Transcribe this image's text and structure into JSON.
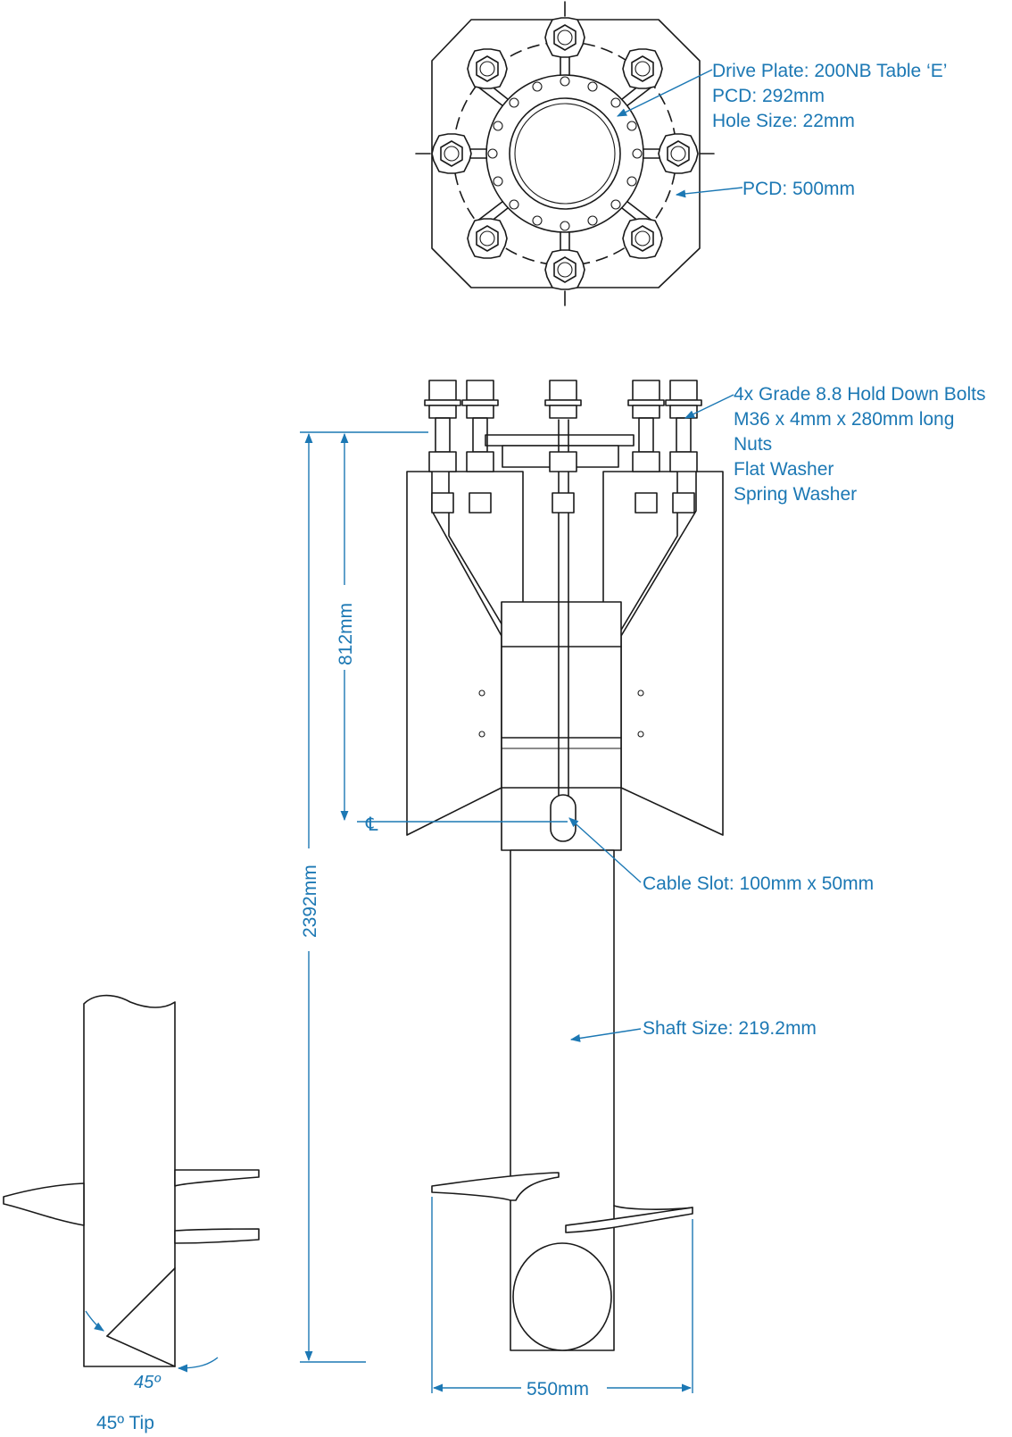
{
  "plan_view": {
    "drive_plate_lines": [
      "Drive Plate: 200NB Table ‘E’",
      "PCD: 292mm",
      "Hole Size: 22mm"
    ],
    "outer_pcd": "PCD: 500mm"
  },
  "elevation": {
    "bolts_lines": [
      "4x Grade 8.8 Hold Down Bolts",
      "M36 x 4mm x 280mm long",
      "Nuts",
      "Flat Washer",
      "Spring Washer"
    ],
    "cable_slot": "Cable Slot: 100mm x 50mm",
    "shaft_size": "Shaft Size: 219.2mm",
    "centerline_symbol": "℄"
  },
  "dimensions": {
    "overall_height": "2392mm",
    "bracket_height": "812mm",
    "helix_width": "550mm"
  },
  "tip_detail": {
    "angle": "45º",
    "caption": "45º Tip"
  },
  "colors": {
    "annotation": "#1c78b4",
    "linework": "#1a1a1a"
  }
}
